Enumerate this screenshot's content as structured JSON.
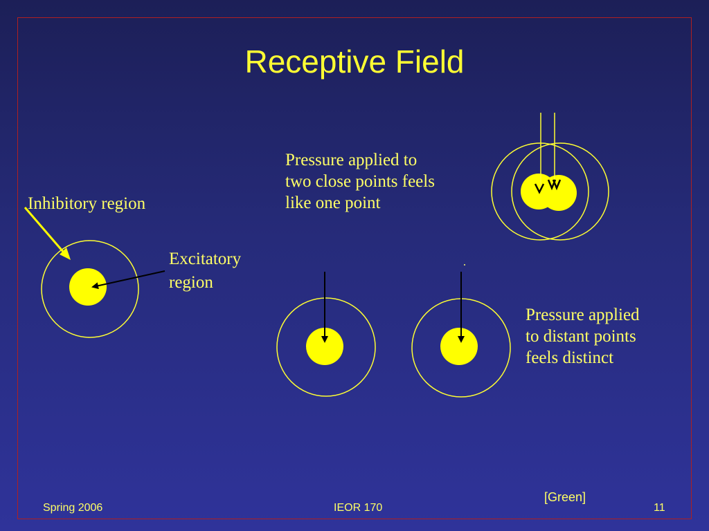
{
  "slide": {
    "title": "Receptive Field",
    "labels": {
      "inhibitory": "Inhibitory region",
      "excitatory_line1": "Excitatory",
      "excitatory_line2": "region",
      "close_line1": "Pressure applied to",
      "close_line2": "two close points feels",
      "close_line3": "like one point",
      "distant_line1": "Pressure applied",
      "distant_line2": "to distant points",
      "distant_line3": "feels distinct"
    },
    "citation": "[Green]"
  },
  "footer": {
    "left": "Spring 2006",
    "center": "IEOR 170",
    "page": "11"
  },
  "colors": {
    "accent": "#ffff33",
    "border": "#b02020",
    "arrow": "#000000"
  }
}
